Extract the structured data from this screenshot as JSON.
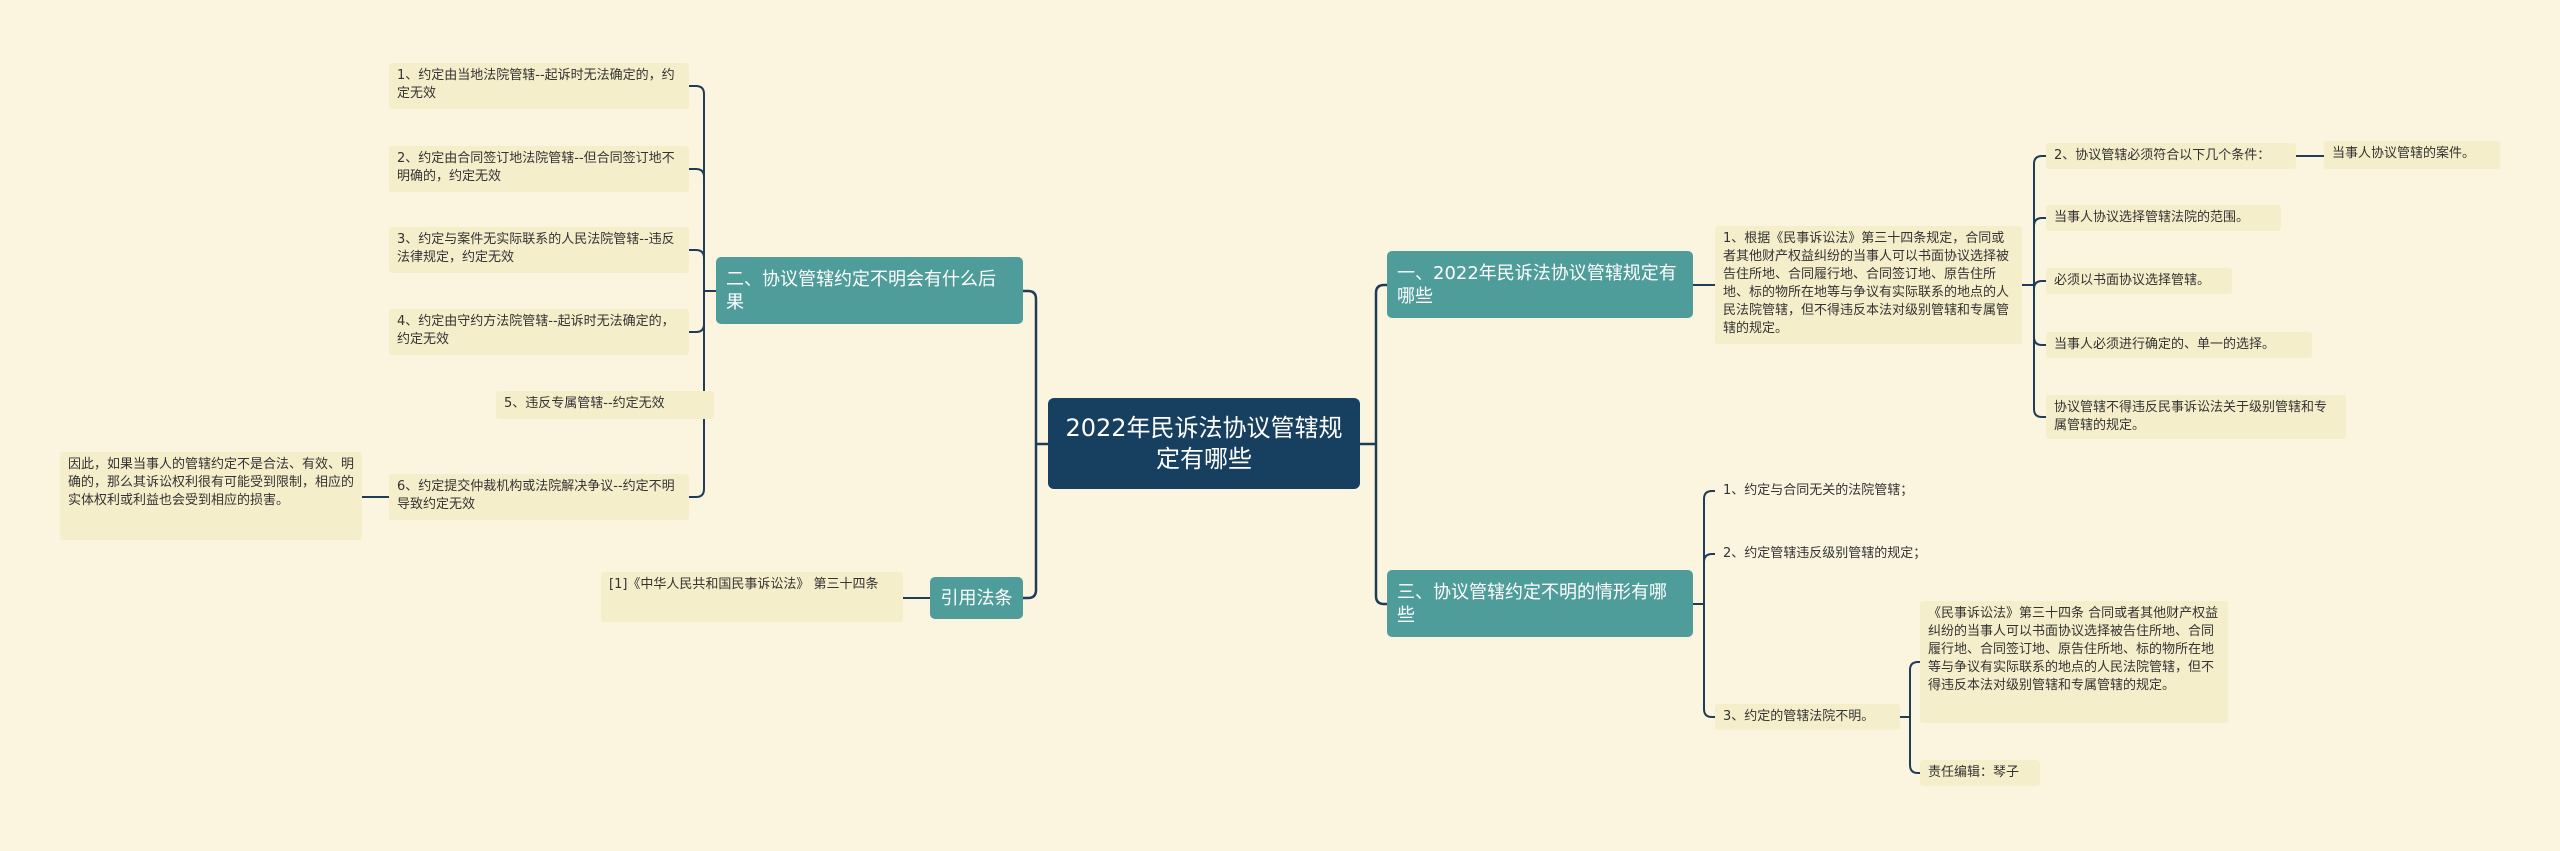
{
  "mindmap": {
    "root": "2022年民诉法协议管辖规定有哪些",
    "branches": {
      "b1": {
        "label": "一、2022年民诉法协议管辖规定有哪些",
        "child": "1、根据《民事诉讼法》第三十四条规定，合同或者其他财产权益纠纷的当事人可以书面协议选择被告住所地、合同履行地、合同签订地、原告住所地、标的物所在地等与争议有实际联系的地点的人民法院管辖，但不得违反本法对级别管辖和专属管辖的规定。",
        "conditions": {
          "label": "2、协议管辖必须符合以下几个条件：",
          "detail": "当事人协议管辖的案件。"
        },
        "items": [
          "当事人协议选择管辖法院的范围。",
          "必须以书面协议选择管辖。",
          "当事人必须进行确定的、单一的选择。",
          "协议管辖不得违反民事诉讼法关于级别管辖和专属管辖的规定。"
        ]
      },
      "b2": {
        "label": "二、协议管辖约定不明会有什么后果",
        "items": [
          "1、约定由当地法院管辖--起诉时无法确定的，约定无效",
          "2、约定由合同签订地法院管辖--但合同签订地不明确的，约定无效",
          "3、约定与案件无实际联系的人民法院管辖--违反法律规定，约定无效",
          "4、约定由守约方法院管辖--起诉时无法确定的，约定无效",
          "5、违反专属管辖--约定无效",
          "6、约定提交仲裁机构或法院解决争议--约定不明导致约定无效"
        ],
        "conclusion": "因此，如果当事人的管辖约定不是合法、有效、明确的，那么其诉讼权利很有可能受到限制，相应的实体权利或利益也会受到相应的损害。"
      },
      "b3": {
        "label": "三、协议管辖约定不明的情形有哪些",
        "items": [
          "1、约定与合同无关的法院管辖；",
          "2、约定管辖违反级别管辖的规定；",
          "3、约定的管辖法院不明。"
        ],
        "sub": [
          "《民事诉讼法》第三十四条 合同或者其他财产权益纠纷的当事人可以书面协议选择被告住所地、合同履行地、合同签订地、原告住所地、标的物所在地等与争议有实际联系的地点的人民法院管辖，但不得违反本法对级别管辖和专属管辖的规定。",
          "责任编辑：琴子"
        ]
      },
      "b4": {
        "label": "引用法条",
        "child": "[1]《中华人民共和国民事诉讼法》 第三十四条"
      }
    },
    "colors": {
      "background": "#fbf5e0",
      "root": "#173f5f",
      "branch": "#4f9d9b",
      "leaf": "#f5eecb",
      "line": "#1f3d57"
    }
  }
}
